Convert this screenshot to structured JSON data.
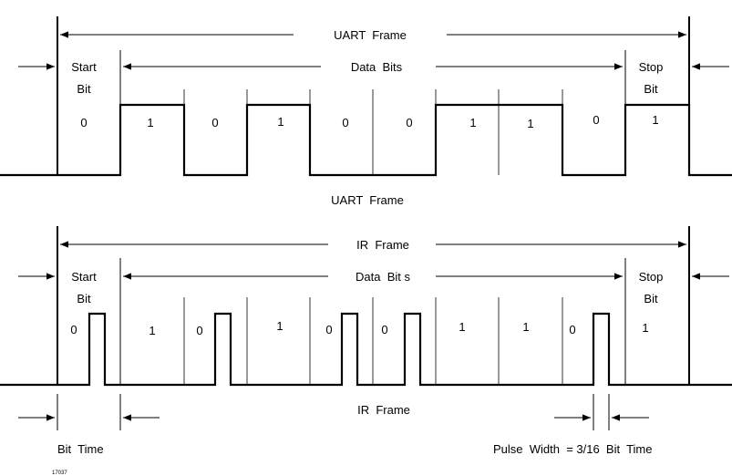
{
  "colors": {
    "line": "#000000",
    "background": "#ffffff"
  },
  "uart": {
    "frame_label": "UART  Frame",
    "start_label_1": "Start",
    "start_label_2": "Bit",
    "data_label": "Data  Bits",
    "stop_label_1": "Stop",
    "stop_label_2": "Bit",
    "bits": [
      "0",
      "1",
      "0",
      "1",
      "0",
      "0",
      "1",
      "1",
      "0",
      "1"
    ],
    "caption": "UART  Frame"
  },
  "ir": {
    "frame_label": "IR  Frame",
    "start_label_1": "Start",
    "start_label_2": "Bit",
    "data_label": "Data  Bit s",
    "stop_label_1": "Stop",
    "stop_label_2": "Bit",
    "bits": [
      "0",
      "1",
      "0",
      "1",
      "0",
      "0",
      "1",
      "1",
      "0",
      "1"
    ],
    "caption": "IR  Frame"
  },
  "bit_time_label": "Bit  Time",
  "pulse_width_label": "Pulse  Width  = 3/16  Bit  Time",
  "figure_id": "17037"
}
